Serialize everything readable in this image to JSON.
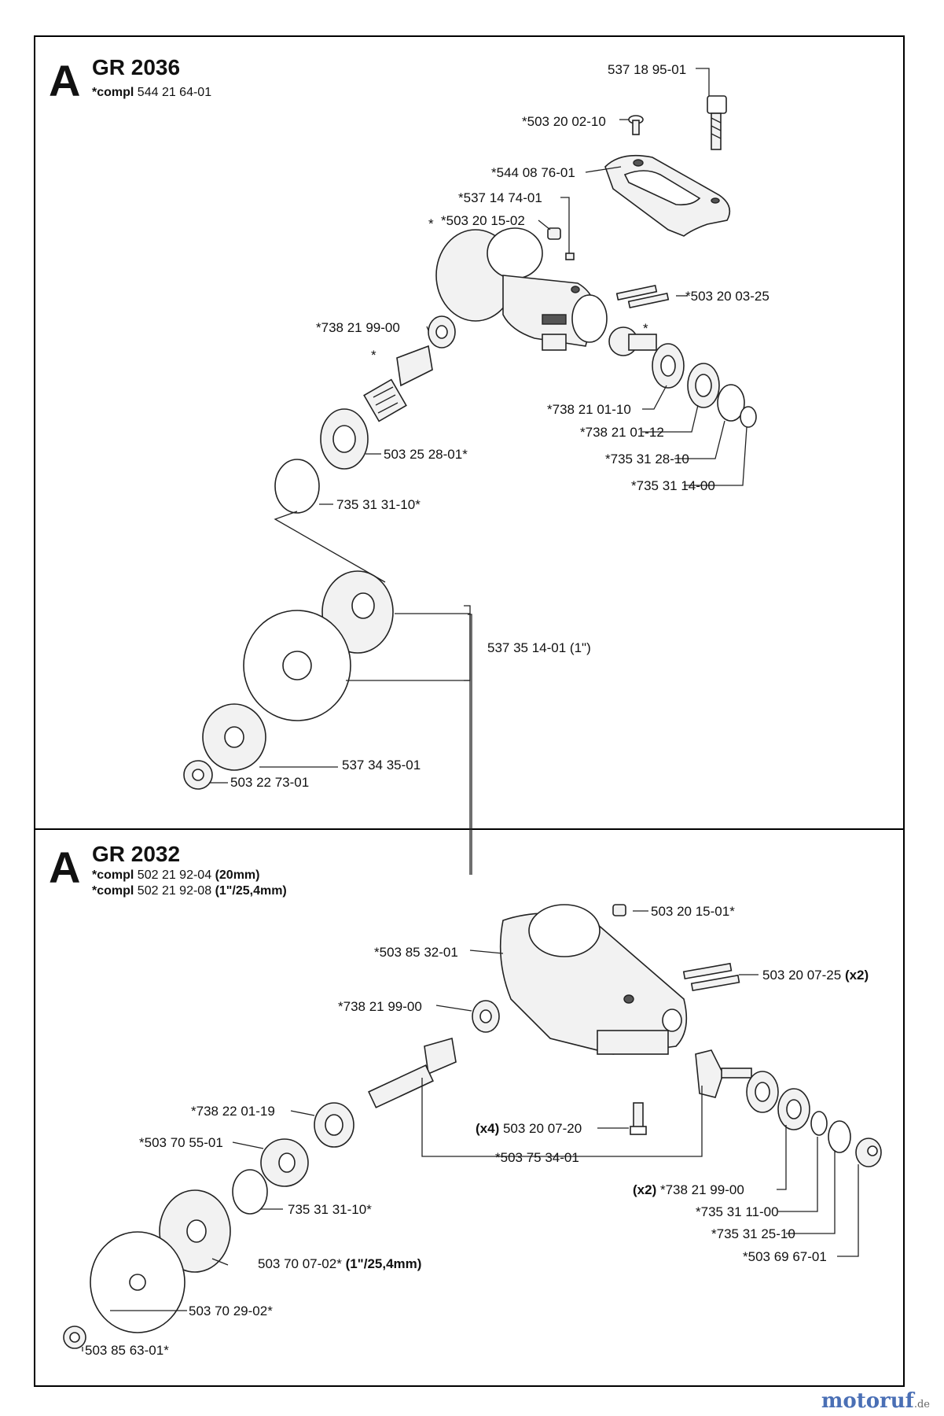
{
  "section1": {
    "letter": "A",
    "title": "GR 2036",
    "compl_prefix": "*compl",
    "compl_number": "544 21 64-01",
    "labels": {
      "p_537_18_95_01": "537 18 95-01",
      "p_503_20_02_10": "*503 20 02-10",
      "p_544_08_76_01": "*544 08 76-01",
      "p_537_14_74_01": "*537 14 74-01",
      "p_503_20_15_02": "*503 20 15-02",
      "p_503_20_03_25": "*503 20 03-25",
      "p_738_21_99_00": "*738 21 99-00",
      "p_738_21_01_10": "*738 21 01-10",
      "p_738_21_01_12": "*738 21 01-12",
      "p_735_31_28_10": "*735 31 28-10",
      "p_735_31_14_00": "*735 31 14-00",
      "p_503_25_28_01": "503 25 28-01*",
      "p_735_31_31_10": "735 31 31-10*",
      "p_537_35_14_01": "537 35 14-01 (1\")",
      "p_537_34_35_01": "537 34 35-01",
      "p_503_22_73_01": "503 22 73-01",
      "star": "*"
    }
  },
  "section2": {
    "letter": "A",
    "title": "GR 2032",
    "compl_prefix": "*compl",
    "compl_1_number": "502 21 92-04",
    "compl_1_size": "(20mm)",
    "compl_2_number": "502 21 92-08",
    "compl_2_size": "(1\"/25,4mm)",
    "labels": {
      "p_503_20_15_01": "503 20 15-01*",
      "p_503_85_32_01": "*503 85 32-01",
      "p_503_20_07_25": "503 20 07-25",
      "p_503_20_07_25_qty": "(x2)",
      "p_738_21_99_00": "*738 21 99-00",
      "p_738_22_01_19": "*738 22 01-19",
      "p_503_20_07_20_qty": "(x4)",
      "p_503_20_07_20": "503 20 07-20",
      "p_503_70_55_01": "*503 70 55-01",
      "p_503_75_34_01": "*503 75 34-01",
      "p_738_21_99_00_b_qty": "(x2)",
      "p_738_21_99_00_b": "*738 21 99-00",
      "p_735_31_31_10": "735 31 31-10*",
      "p_735_31_11_00": "*735 31 11-00",
      "p_735_31_25_10": "*735 31 25-10",
      "p_503_69_67_01": "*503 69 67-01",
      "p_503_70_07_02": "503 70 07-02*",
      "p_503_70_07_02_size": "(1\"/25,4mm)",
      "p_503_70_29_02": "503 70 29-02*",
      "p_503_85_63_01": "503 85 63-01*"
    }
  },
  "watermark": {
    "brand": "motoruf",
    "suffix": ".de"
  }
}
